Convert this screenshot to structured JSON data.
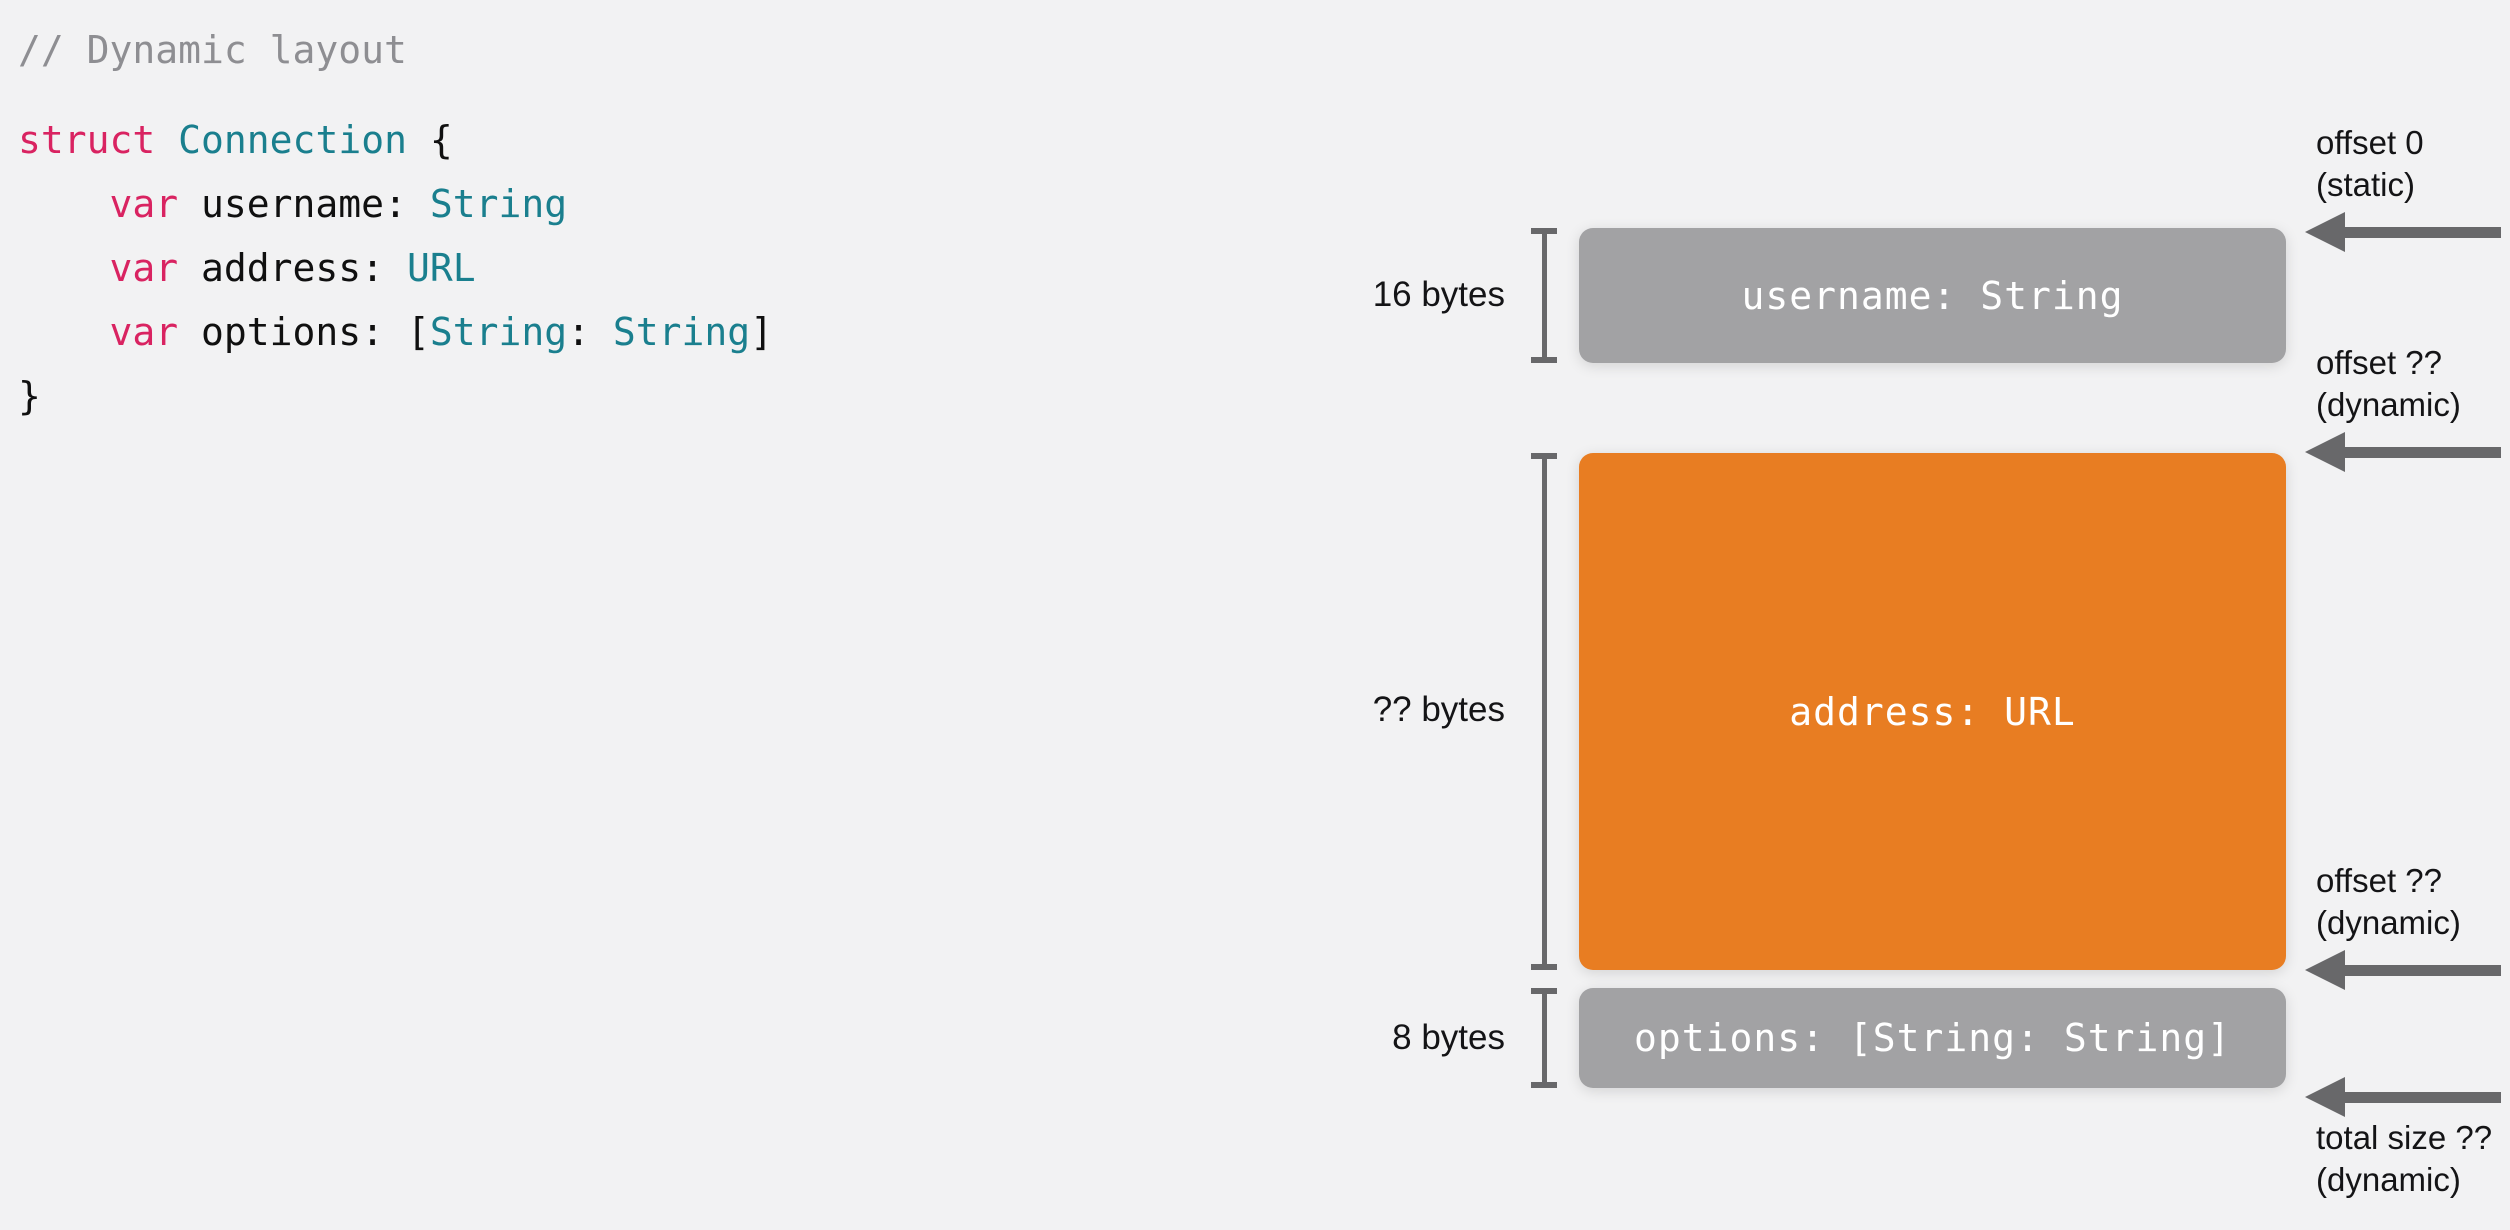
{
  "background_color": "#f2f2f3",
  "code": {
    "lines": [
      {
        "kind": "comment",
        "text": "// Dynamic layout"
      },
      {
        "kind": "blank",
        "text": ""
      },
      {
        "kind": "code",
        "text": "struct Connection {",
        "tokens": [
          {
            "t": "struct",
            "c": "keyword"
          },
          {
            "t": " ",
            "c": "plain"
          },
          {
            "t": "Connection",
            "c": "type"
          },
          {
            "t": " {",
            "c": "plain"
          }
        ]
      },
      {
        "kind": "code",
        "text": "    var username: String",
        "tokens": [
          {
            "t": "    ",
            "c": "plain"
          },
          {
            "t": "var",
            "c": "keyword"
          },
          {
            "t": " username: ",
            "c": "plain"
          },
          {
            "t": "String",
            "c": "type"
          }
        ]
      },
      {
        "kind": "code",
        "text": "    var address: URL",
        "tokens": [
          {
            "t": "    ",
            "c": "plain"
          },
          {
            "t": "var",
            "c": "keyword"
          },
          {
            "t": " address: ",
            "c": "plain"
          },
          {
            "t": "URL",
            "c": "type"
          }
        ]
      },
      {
        "kind": "code",
        "text": "    var options: [String: String]",
        "tokens": [
          {
            "t": "    ",
            "c": "plain"
          },
          {
            "t": "var",
            "c": "keyword"
          },
          {
            "t": " options: [",
            "c": "plain"
          },
          {
            "t": "String",
            "c": "type"
          },
          {
            "t": ": ",
            "c": "plain"
          },
          {
            "t": "String",
            "c": "type"
          },
          {
            "t": "]",
            "c": "plain"
          }
        ]
      },
      {
        "kind": "code",
        "text": "}",
        "tokens": [
          {
            "t": "}",
            "c": "plain"
          }
        ]
      }
    ],
    "colors": {
      "comment": "#8e8e92",
      "keyword": "#d92361",
      "type": "#1a7f8e",
      "plain": "#101010"
    }
  },
  "diagram": {
    "fields": [
      {
        "label": "username: String",
        "size_label": "16 bytes",
        "color": "#a2a2a4",
        "color_name": "gray"
      },
      {
        "label": "address: URL",
        "size_label": "?? bytes",
        "color": "#e87d22",
        "color_name": "orange"
      },
      {
        "label": "options: [String: String]",
        "size_label": "8 bytes",
        "color": "#a2a2a4",
        "color_name": "gray"
      }
    ],
    "offsets": [
      {
        "line1": "offset 0",
        "line2": "(static)"
      },
      {
        "line1": "offset ??",
        "line2": "(dynamic)"
      },
      {
        "line1": "offset ??",
        "line2": "(dynamic)"
      },
      {
        "line1": "total size ??",
        "line2": "(dynamic)"
      }
    ],
    "arrow_color": "#68686a",
    "bracket_color": "#68686a"
  }
}
